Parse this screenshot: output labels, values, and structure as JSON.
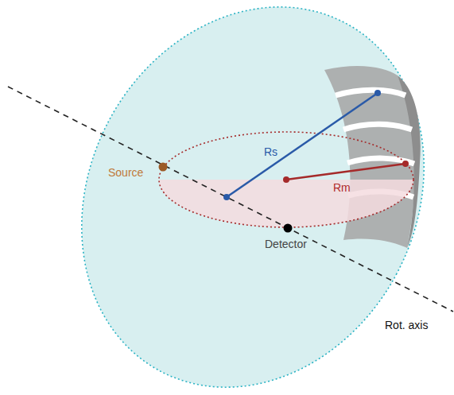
{
  "diagram": {
    "labels": [
      "Source",
      "Rs",
      "Rm",
      "Detector",
      "Rot. axis"
    ]
  }
}
